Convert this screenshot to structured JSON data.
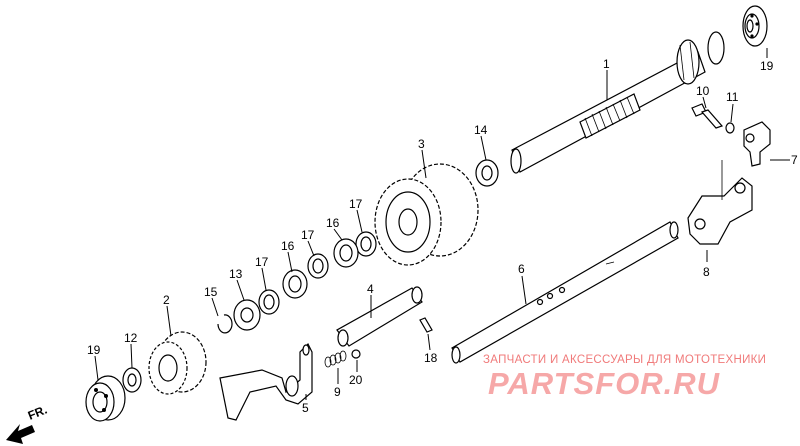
{
  "parts": {
    "p1": "1",
    "p2": "2",
    "p3": "3",
    "p4": "4",
    "p5": "5",
    "p6": "6",
    "p7": "7",
    "p8": "8",
    "p9": "9",
    "p10": "10",
    "p11": "11",
    "p12": "12",
    "p13": "13",
    "p14": "14",
    "p15": "15",
    "p16a": "16",
    "p16b": "16",
    "p17a": "17",
    "p17b": "17",
    "p17c": "17",
    "p18": "18",
    "p19a": "19",
    "p19b": "19",
    "p20": "20"
  },
  "front_marker": "FR.",
  "watermark": {
    "caption": "ЗАПЧАСТИ И АКСЕССУАРЫ ДЛЯ МОТОТЕХНИКИ",
    "logo": "PARTSFOR.RU",
    "color": "#f6a8a8"
  }
}
